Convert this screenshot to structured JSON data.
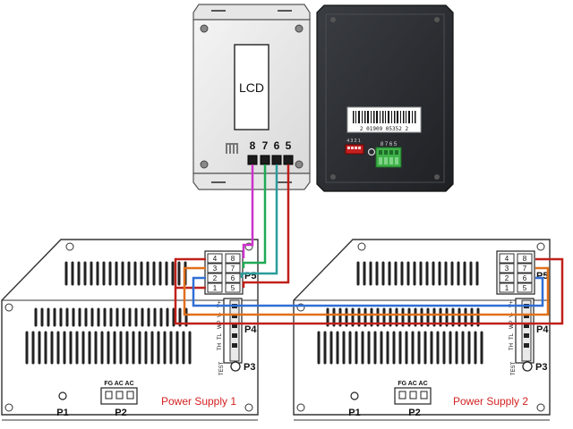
{
  "lcd_module": {
    "label": "LCD",
    "pin_numbers": [
      "8",
      "7",
      "6",
      "5"
    ]
  },
  "controller_module": {
    "barcode_text": "2 01909 05352 2",
    "dip_numbers": "4 3 2 1",
    "terminal_numbers": "8 7 6 5"
  },
  "power_supply_1": {
    "title": "Power Supply 1",
    "connector_pins": [
      "4",
      "8",
      "3",
      "7",
      "2",
      "6",
      "1",
      "5"
    ],
    "p5_label": "P5",
    "p4_label": "P4",
    "p4_pin_labels": [
      "V+",
      "V-",
      "WP",
      "TL",
      "TH"
    ],
    "p3_label": "P3",
    "test_label": "TEST",
    "p1_label": "P1",
    "p2_label": "P2",
    "p2_pin_labels": "FG AC AC"
  },
  "power_supply_2": {
    "title": "Power Supply 2",
    "connector_pins": [
      "4",
      "8",
      "3",
      "7",
      "2",
      "6",
      "1",
      "5"
    ],
    "p5_label": "P5",
    "p4_label": "P4",
    "p4_pin_labels": [
      "V+",
      "V-",
      "WP",
      "TL",
      "TH"
    ],
    "p3_label": "P3",
    "test_label": "TEST",
    "p1_label": "P1",
    "p2_label": "P2",
    "p2_pin_labels": "FG AC AC"
  },
  "colors": {
    "wire_magenta": "#cc33cc",
    "wire_green": "#1faa55",
    "wire_teal": "#2a9c9c",
    "wire_red": "#c0201a",
    "wire_blue": "#2f6fd6",
    "wire_orange": "#e0701a",
    "title_red": "#d42020"
  }
}
